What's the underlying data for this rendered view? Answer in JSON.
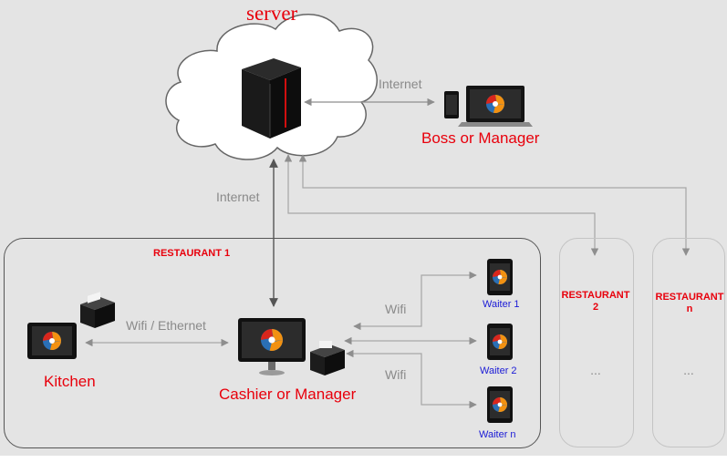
{
  "server": {
    "title": "server"
  },
  "internet": {
    "to_boss": "Internet",
    "to_restaurants": "Internet"
  },
  "boss": {
    "label": "Boss or Manager"
  },
  "restaurant1": {
    "title": "RESTAURANT 1",
    "kitchen": "Kitchen",
    "cashier": "Cashier or Manager",
    "link_kitchen": "Wifi / Ethernet",
    "wifi_top": "Wifi",
    "wifi_bottom": "Wifi",
    "waiters": [
      "Waiter 1",
      "Waiter 2",
      "Waiter n"
    ]
  },
  "restaurant2": {
    "title": "RESTAURANT\n2",
    "dots": "..."
  },
  "restaurantn": {
    "title": "RESTAURANT\nn",
    "dots": "..."
  },
  "colors": {
    "background": "#e4e4e4",
    "label_red": "#e8000c",
    "waiter_blue": "#1a1ad6",
    "connector": "#a6a6a6",
    "logo_red": "#d9261c",
    "logo_orange": "#f29111",
    "logo_blue": "#2a6fb5"
  },
  "icons": [
    "cloud-icon",
    "server-tower-icon",
    "laptop-icon",
    "phone-icon",
    "monitor-icon",
    "receipt-printer-icon",
    "tablet-icon",
    "app-logo-icon"
  ]
}
